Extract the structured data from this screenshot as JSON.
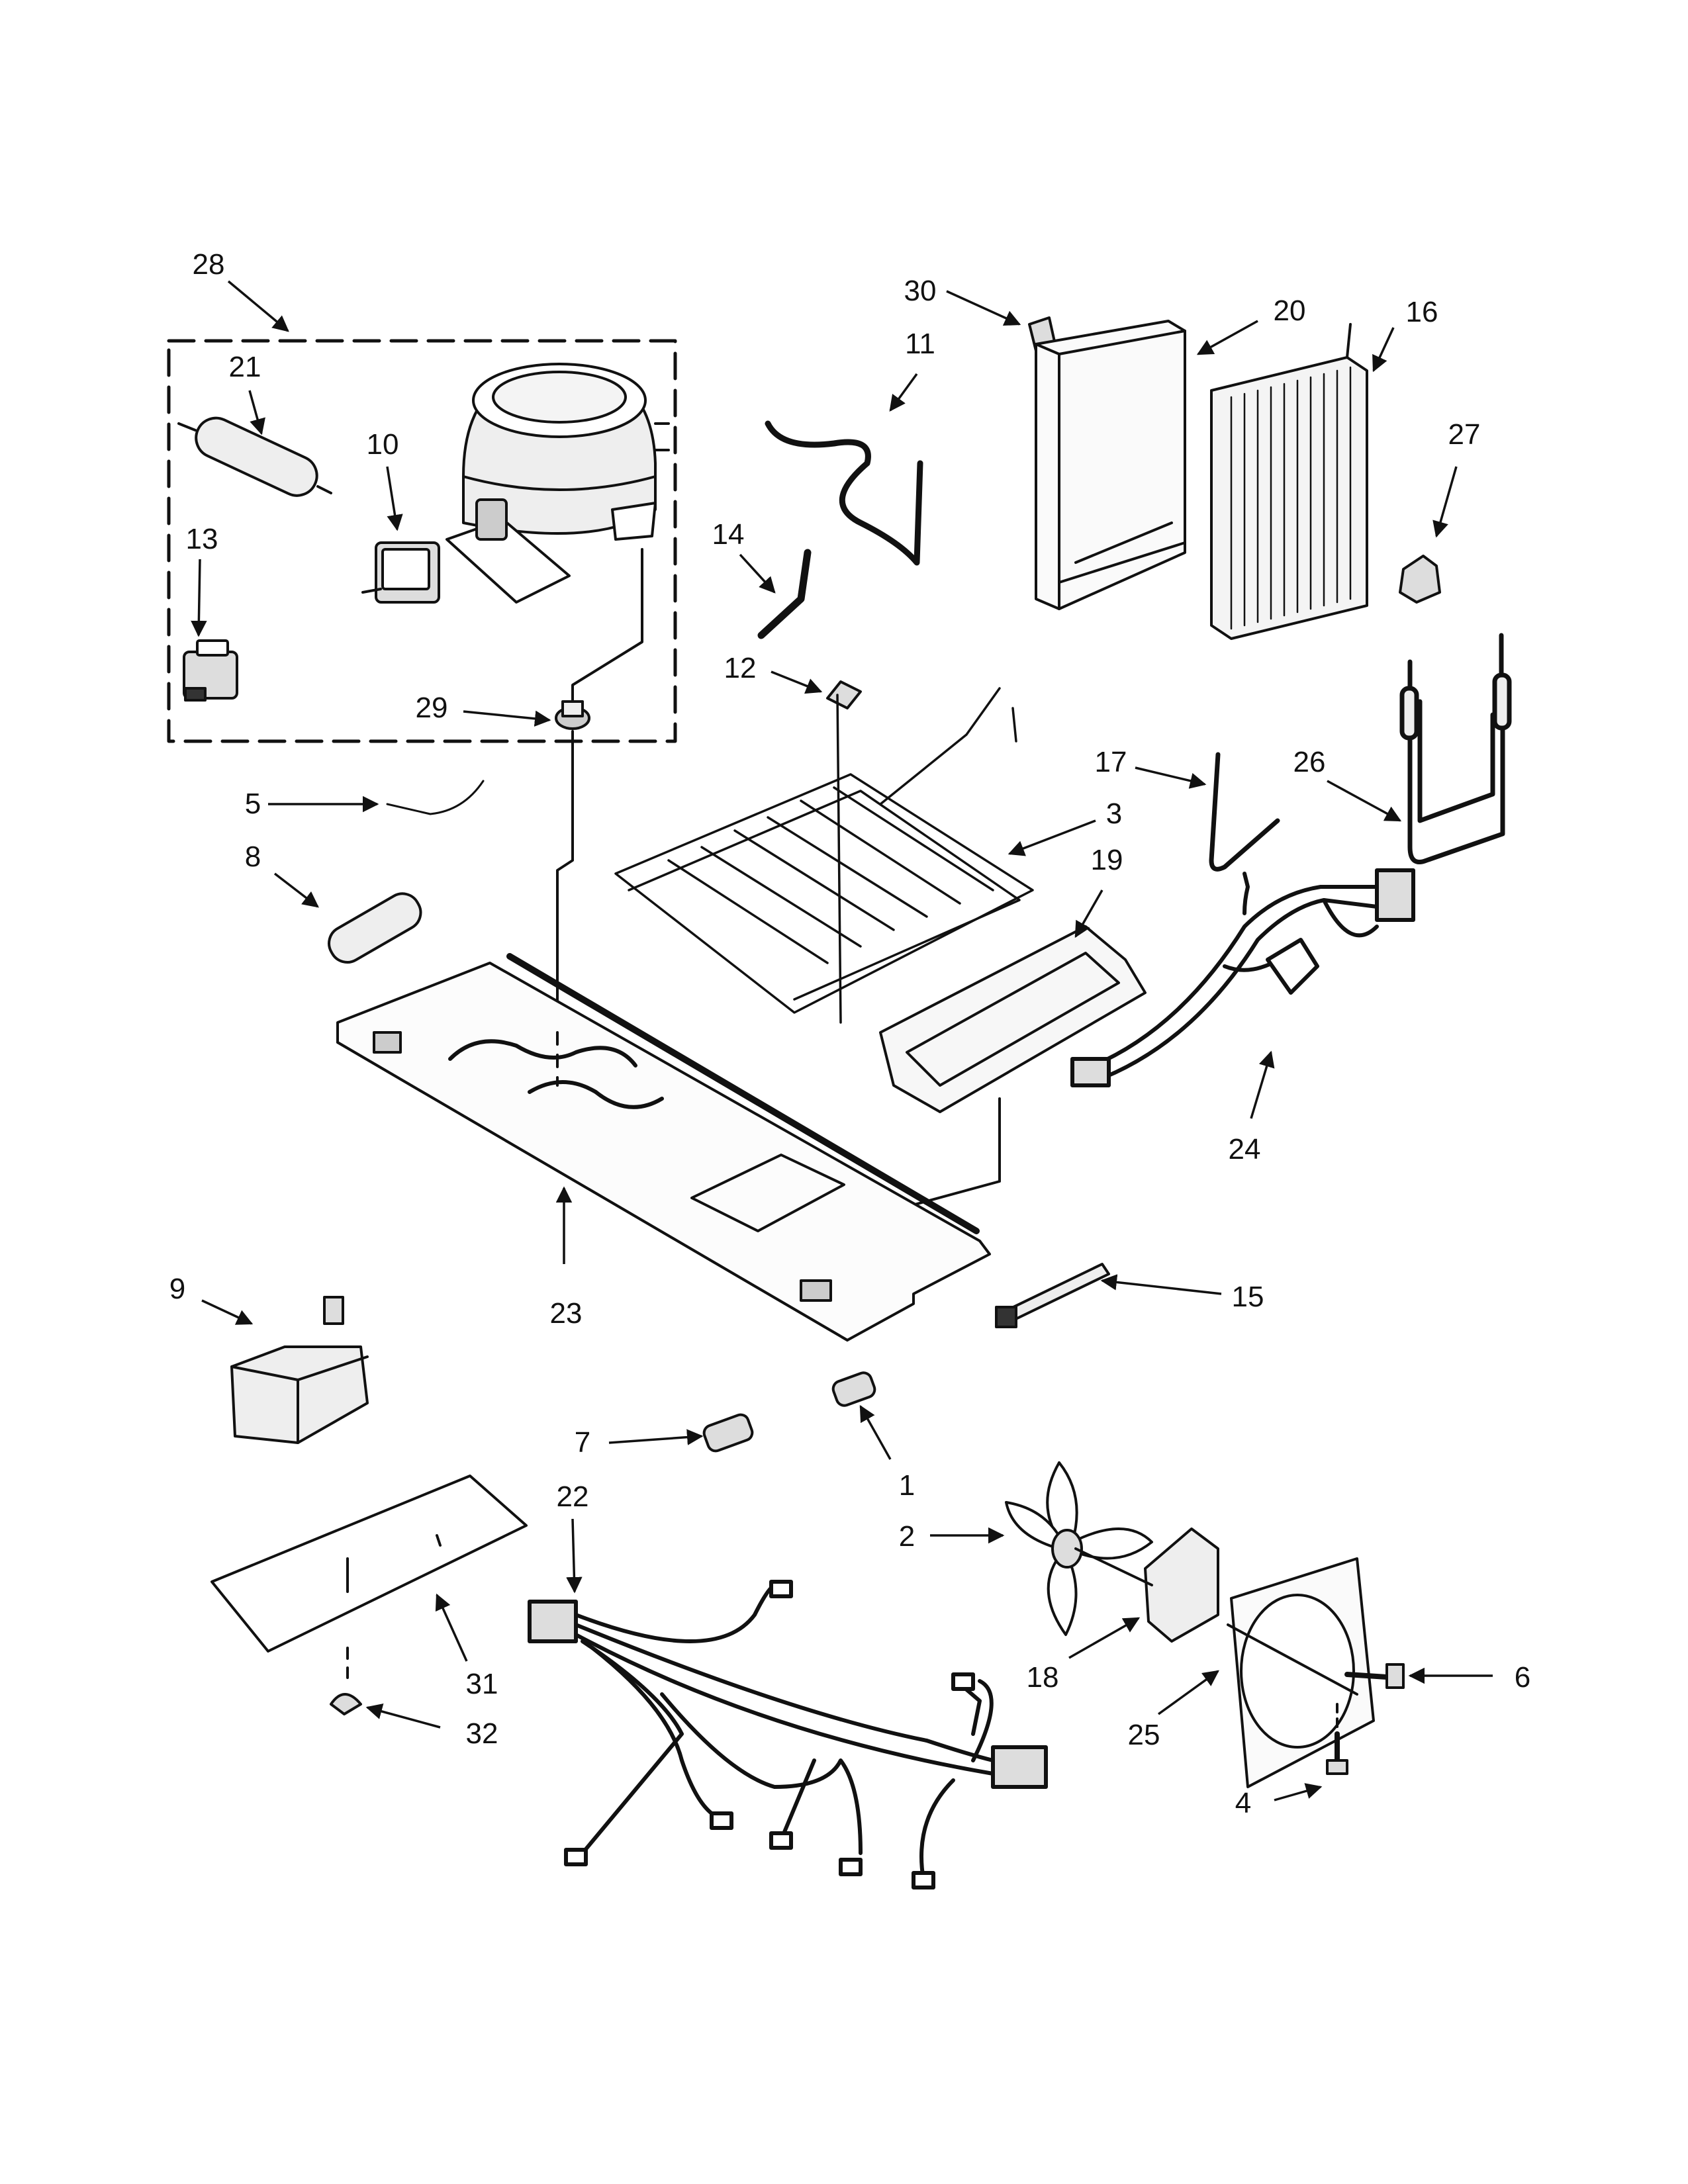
{
  "callouts": [
    {
      "id": "c1",
      "number": "1"
    },
    {
      "id": "c2",
      "number": "2"
    },
    {
      "id": "c3",
      "number": "3"
    },
    {
      "id": "c4",
      "number": "4"
    },
    {
      "id": "c5",
      "number": "5"
    },
    {
      "id": "c6",
      "number": "6"
    },
    {
      "id": "c7",
      "number": "7"
    },
    {
      "id": "c8",
      "number": "8"
    },
    {
      "id": "c9",
      "number": "9"
    },
    {
      "id": "c10",
      "number": "10"
    },
    {
      "id": "c11",
      "number": "11"
    },
    {
      "id": "c12",
      "number": "12"
    },
    {
      "id": "c13",
      "number": "13"
    },
    {
      "id": "c14",
      "number": "14"
    },
    {
      "id": "c15",
      "number": "15"
    },
    {
      "id": "c16",
      "number": "16"
    },
    {
      "id": "c17",
      "number": "17"
    },
    {
      "id": "c18",
      "number": "18"
    },
    {
      "id": "c19",
      "number": "19"
    },
    {
      "id": "c20",
      "number": "20"
    },
    {
      "id": "c21",
      "number": "21"
    },
    {
      "id": "c22",
      "number": "22"
    },
    {
      "id": "c23",
      "number": "23"
    },
    {
      "id": "c24",
      "number": "24"
    },
    {
      "id": "c25",
      "number": "25"
    },
    {
      "id": "c26",
      "number": "26"
    },
    {
      "id": "c27",
      "number": "27"
    },
    {
      "id": "c28",
      "number": "28"
    },
    {
      "id": "c29",
      "number": "29"
    },
    {
      "id": "c30",
      "number": "30"
    },
    {
      "id": "c31",
      "number": "31"
    },
    {
      "id": "c32",
      "number": "32"
    }
  ]
}
